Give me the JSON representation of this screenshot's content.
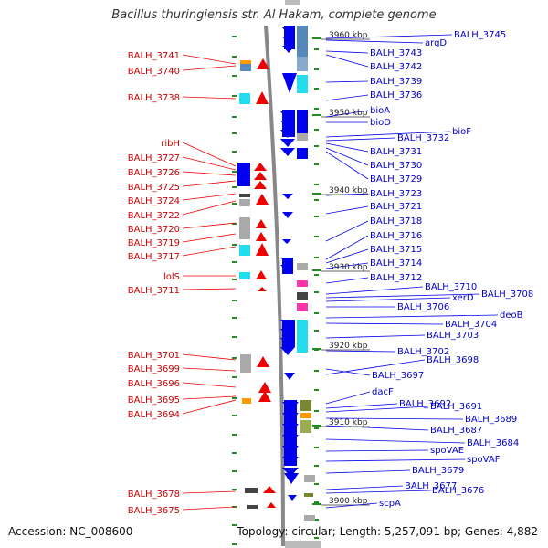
{
  "title": "Bacillus thuringiensis str. Al Hakam, complete genome",
  "footer": {
    "accession": "Accession: NC_008600",
    "topology": "Topology: circular; Length: 5,257,091 bp; Genes: 4,882"
  },
  "colors": {
    "forward": "#0000ee",
    "reverse": "#ee0000",
    "label_forward": "#0000cc",
    "label_reverse": "#cc0000",
    "backbone": "#888888",
    "tick": "#228b22",
    "cyan": "#22ddee",
    "gray": "#aaaaaa",
    "steel": "#5588bb",
    "orange": "#ff9900",
    "olive": "#778833",
    "magenta": "#ff33aa",
    "dark": "#444444"
  },
  "kbp_markers": [
    "3960 kbp",
    "3950 kbp",
    "3940 kbp",
    "3930 kbp",
    "3920 kbp",
    "3910 kbp",
    "3900 kbp"
  ],
  "left_labels": [
    "BALH_3741",
    "BALH_3740",
    "BALH_3738",
    "ribH",
    "BALH_3727",
    "BALH_3726",
    "BALH_3725",
    "BALH_3724",
    "BALH_3722",
    "BALH_3720",
    "BALH_3719",
    "BALH_3717",
    "lolS",
    "BALH_3711",
    "BALH_3701",
    "BALH_3699",
    "BALH_3696",
    "BALH_3695",
    "BALH_3694",
    "BALH_3678",
    "BALH_3675"
  ],
  "right_labels": [
    "BALH_3745",
    "argD",
    "BALH_3743",
    "BALH_3742",
    "BALH_3739",
    "BALH_3736",
    "bioA",
    "bioD",
    "bioF",
    "BALH_3732",
    "BALH_3731",
    "BALH_3730",
    "BALH_3729",
    "BALH_3723",
    "BALH_3721",
    "BALH_3718",
    "BALH_3716",
    "BALH_3715",
    "BALH_3714",
    "BALH_3712",
    "BALH_3710",
    "xerD",
    "BALH_3708",
    "BALH_3706",
    "deoB",
    "BALH_3704",
    "BALH_3703",
    "BALH_3702",
    "BALH_3698",
    "BALH_3697",
    "dacF",
    "BALH_3692",
    "BALH_3691",
    "BALH_3689",
    "BALH_3687",
    "BALH_3684",
    "spoVAE",
    "spoVAF",
    "BALH_3679",
    "BALH_3677",
    "BALH_3676",
    "scpA"
  ]
}
